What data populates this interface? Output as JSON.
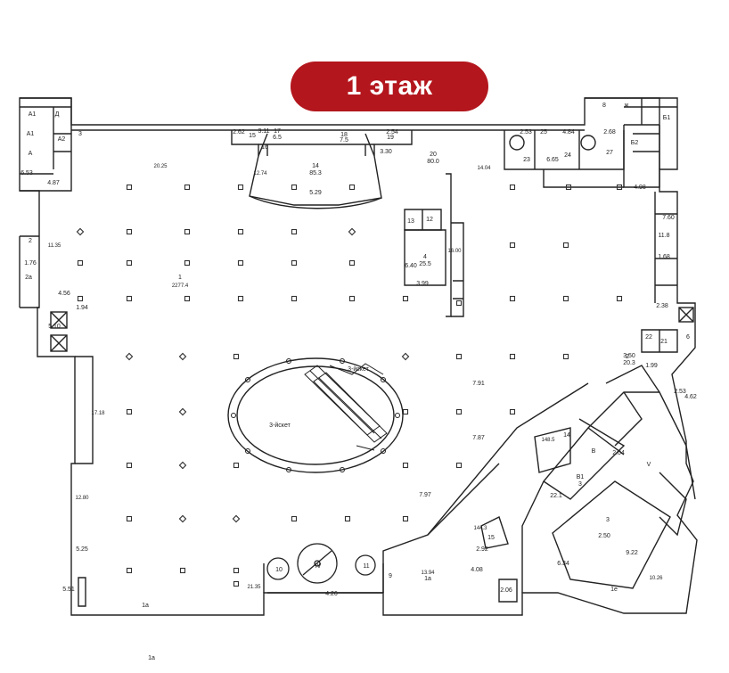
{
  "floor_title": "1 этаж",
  "colors": {
    "badge": "#b3161d",
    "wall": "#222222",
    "column": "#333333"
  },
  "escalator_label_1": "3-йскет",
  "escalator_label_2": "3-йскет",
  "labels": [
    "A1",
    "Д",
    "A1",
    "A2",
    "A",
    "3",
    "4.87",
    "6.53",
    "20.25",
    "2.62",
    "15",
    "3.11",
    "17",
    "6.5",
    "18",
    "7.5",
    "19",
    "3.30",
    "2.54",
    "16",
    "14",
    "85.3",
    "12.74",
    "5.29",
    "20",
    "80.0",
    "14.04",
    "2.53",
    "25",
    "4.84",
    "2.68",
    "23",
    "6.65",
    "24",
    "27",
    "Б2",
    "8",
    "ж",
    "Б1",
    "13",
    "12",
    "4",
    "25.5",
    "6.40",
    "3.99",
    "16.00",
    "1",
    "2277.4",
    "11.35",
    "2",
    "1.76",
    "2a",
    "4.56",
    "1.94",
    "5.10",
    "7.60",
    "11.8",
    "1.68",
    "2.38",
    "21",
    "22",
    "3.50",
    "20.3",
    "6",
    "2.53",
    "4.62",
    "4.98",
    "7.91",
    "7.87",
    "7.97",
    "17.18",
    "12.80",
    "5.25",
    "5.51",
    "1a",
    "21.35",
    "4.26",
    "IV",
    "10",
    "11",
    "9",
    "4.08",
    "13.94",
    "1a",
    "144.3",
    "15",
    "2.92",
    "3",
    "148.5",
    "2.04",
    "14",
    "B",
    "B1",
    "3",
    "22.1",
    "6.34",
    "2.50",
    "9.22",
    "10.26",
    "V",
    "2",
    "1.99",
    "2.06",
    "1e",
    "1a"
  ]
}
